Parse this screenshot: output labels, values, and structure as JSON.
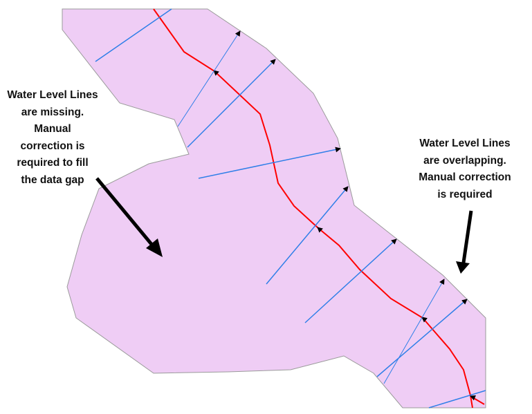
{
  "annotations": {
    "left": [
      "Water Level Lines",
      "are missing.",
      "Manual",
      "correction is",
      "required to fill",
      "the data gap"
    ],
    "right": [
      "Water Level Lines",
      "are overlapping.",
      "Manual correction",
      "is required"
    ]
  },
  "colors": {
    "polygon_fill": "#efcdf5",
    "polygon_stroke": "#9a9a9a",
    "centerline": "#ff0000",
    "water_level_lines": "#2f7fe8",
    "arrow": "#000000"
  }
}
